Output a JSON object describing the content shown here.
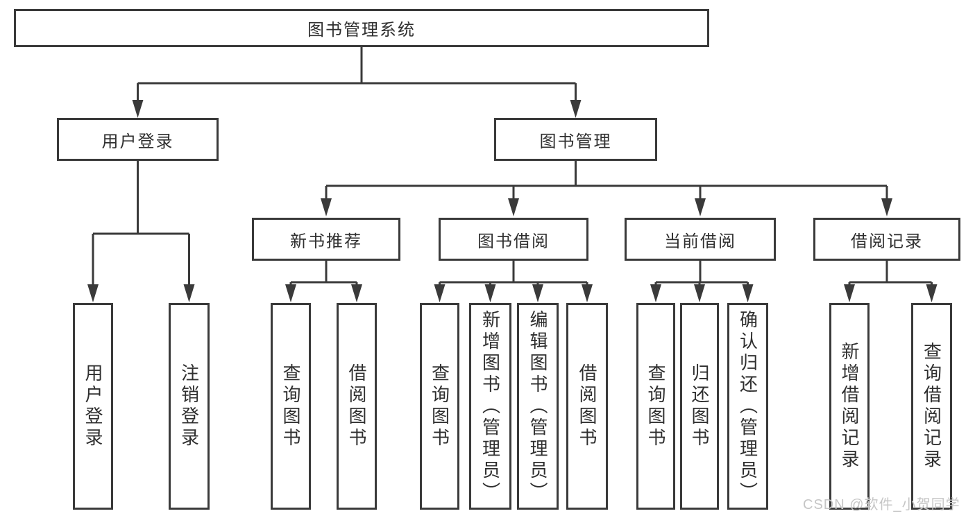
{
  "diagram": {
    "type": "feature-tree",
    "root": {
      "label": "图书管理系统"
    },
    "level2": [
      {
        "label": "用户登录"
      },
      {
        "label": "图书管理"
      }
    ],
    "level3": [
      {
        "label": "新书推荐",
        "parent": "图书管理"
      },
      {
        "label": "图书借阅",
        "parent": "图书管理"
      },
      {
        "label": "当前借阅",
        "parent": "图书管理"
      },
      {
        "label": "借阅记录",
        "parent": "图书管理"
      }
    ],
    "leaves": [
      {
        "label": "用户登录",
        "parent": "用户登录"
      },
      {
        "label": "注销登录",
        "parent": "用户登录"
      },
      {
        "label": "查询图书",
        "parent": "新书推荐"
      },
      {
        "label": "借阅图书",
        "parent": "新书推荐"
      },
      {
        "label": "查询图书",
        "parent": "图书借阅"
      },
      {
        "label": "新增图书（管理员）",
        "parent": "图书借阅"
      },
      {
        "label": "编辑图书（管理员）",
        "parent": "图书借阅"
      },
      {
        "label": "借阅图书",
        "parent": "图书借阅"
      },
      {
        "label": "查询图书",
        "parent": "当前借阅"
      },
      {
        "label": "归还图书",
        "parent": "当前借阅"
      },
      {
        "label": "确认归还（管理员）",
        "parent": "当前借阅"
      },
      {
        "label": "新增借阅记录",
        "parent": "借阅记录"
      },
      {
        "label": "查询借阅记录",
        "parent": "借阅记录"
      }
    ],
    "colors": {
      "line": "#3a3a3a",
      "box_border": "#3a3a3a",
      "text": "#2f2f2f",
      "background": "#ffffff",
      "watermark": "#c6c6c6"
    }
  },
  "watermark": {
    "text": "CSDN @软件_小贺同学"
  }
}
